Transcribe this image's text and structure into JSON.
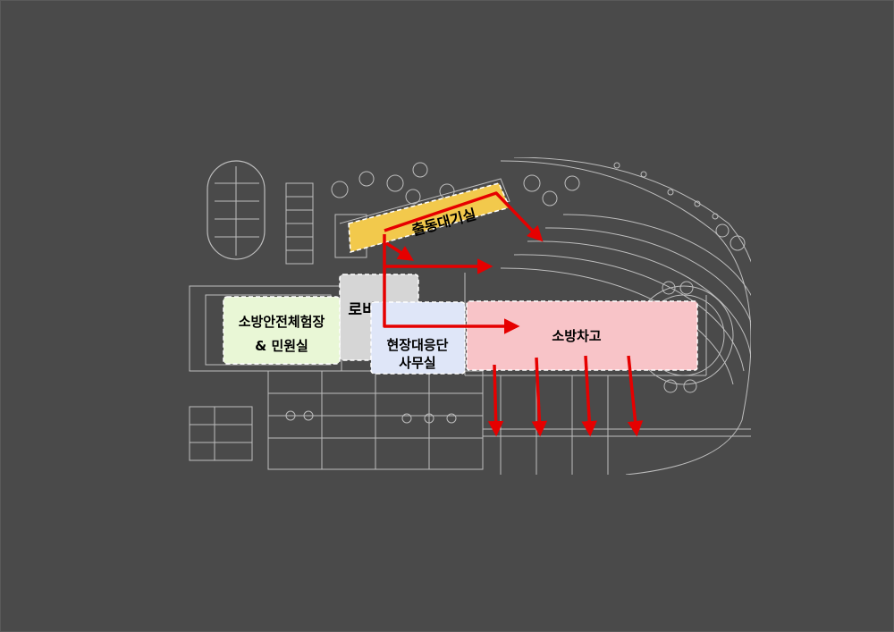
{
  "colors": {
    "background": "#4a4a4a",
    "linework": "#bdbdbd",
    "arrow": "#e60000",
    "dispatch_room": "#f2c94c",
    "lobby": "#d6d6d6",
    "experience_hall": "#e9f7d6",
    "response_office": "#dfe6f8",
    "garage": "#f8c4c8"
  },
  "zones": {
    "dispatch_room": {
      "label": "출동대기실"
    },
    "lobby": {
      "label": "로비"
    },
    "experience_hall": {
      "line1": "소방안전체험장",
      "line2": "& 민원실"
    },
    "response_office": {
      "line1": "현장대응단",
      "line2": "사무실"
    },
    "garage": {
      "label": "소방차고"
    }
  }
}
